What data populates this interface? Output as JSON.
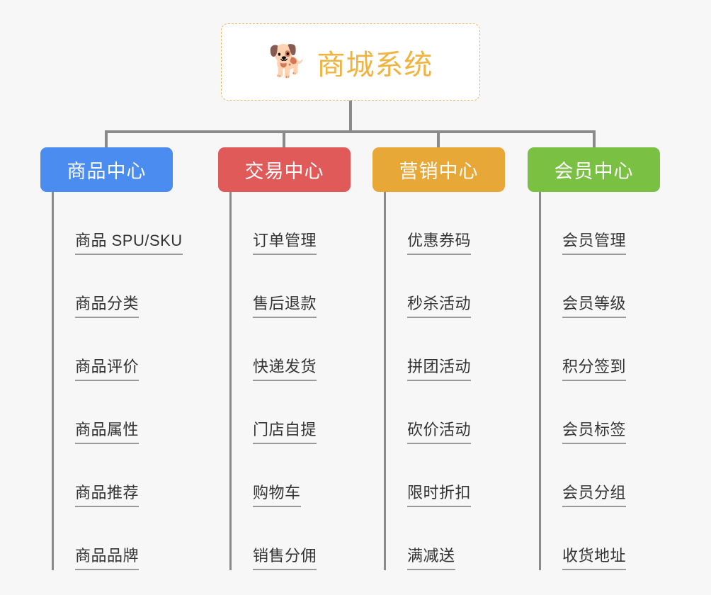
{
  "page": {
    "background_color": "#f7f7f7",
    "title": "商城系统",
    "chart_type": "org-tree"
  },
  "root": {
    "icon": "shiba-dog-face-emoji",
    "icon_glyph": "🐕",
    "label": "商城系统",
    "text_color": "#f0b340",
    "border_color": "#e8b964",
    "background": "#ffffff"
  },
  "connector_color": "#8a8a8a",
  "columns": [
    {
      "label": "商品中心",
      "color": "#4a8cf0",
      "key": "product-center",
      "items": [
        "商品 SPU/SKU",
        "商品分类",
        "商品评价",
        "商品属性",
        "商品推荐",
        "商品品牌"
      ]
    },
    {
      "label": "交易中心",
      "color": "#e05a5a",
      "key": "trade-center",
      "items": [
        "订单管理",
        "售后退款",
        "快递发货",
        "门店自提",
        "购物车",
        "销售分佣"
      ]
    },
    {
      "label": "营销中心",
      "color": "#e8a838",
      "key": "marketing-center",
      "items": [
        "优惠券码",
        "秒杀活动",
        "拼团活动",
        "砍价活动",
        "限时折扣",
        "满减送"
      ]
    },
    {
      "label": "会员中心",
      "color": "#7ac143",
      "key": "member-center",
      "items": [
        "会员管理",
        "会员等级",
        "积分签到",
        "会员标签",
        "会员分组",
        "收货地址"
      ]
    }
  ]
}
